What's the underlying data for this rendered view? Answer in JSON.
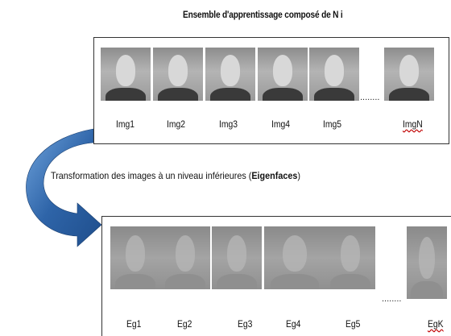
{
  "title": "Ensemble d'apprentissage composé de N i",
  "training_set": {
    "images": [
      {
        "label": "Img1"
      },
      {
        "label": "Img2"
      },
      {
        "label": "Img3"
      },
      {
        "label": "Img4"
      },
      {
        "label": "Img5"
      },
      {
        "label": "ImgN"
      }
    ],
    "ellipsis": "........"
  },
  "transform_caption": {
    "prefix": "Transformation des images à un niveau inférieures (",
    "emphasis": "Eigenfaces",
    "suffix": ")"
  },
  "eigenfaces": {
    "images": [
      {
        "label": "Eg1"
      },
      {
        "label": "Eg2"
      },
      {
        "label": "Eg3"
      },
      {
        "label": "Eg4"
      },
      {
        "label": "Eg5"
      },
      {
        "label": "EgK"
      }
    ],
    "ellipsis": "........"
  },
  "colors": {
    "arrow_dark": "#1f4e8c",
    "arrow_light": "#6fa3dc",
    "spellcheck_underline": "#c00000"
  }
}
